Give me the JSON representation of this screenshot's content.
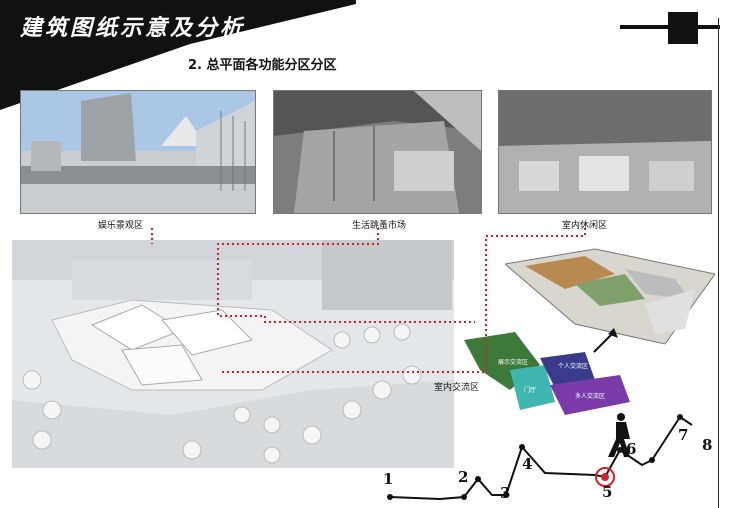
{
  "header": {
    "title": "建筑图纸示意及分析"
  },
  "section": {
    "title": "2. 总平面各功能分区分区"
  },
  "zones": {
    "recreation": "娱乐景观区",
    "market": "生活跳蚤市场",
    "lounge": "室内休闲区",
    "exchange": "室内交流区"
  },
  "plan_labels": {
    "a": "展示交流区",
    "b": "个人交流区",
    "c": "门厅",
    "d": "多人交流区"
  },
  "timeline": {
    "steps": [
      "1",
      "2",
      "3",
      "4",
      "5",
      "6",
      "7",
      "8"
    ]
  },
  "colors": {
    "accent_red": "#d71e28",
    "header_black": "#111111"
  }
}
